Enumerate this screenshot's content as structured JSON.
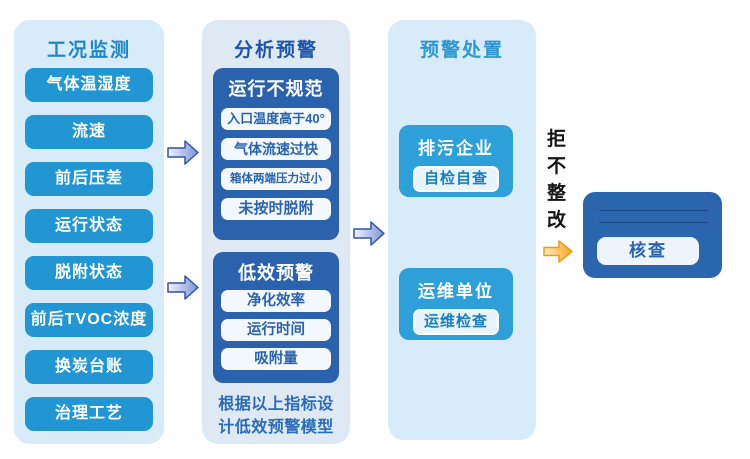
{
  "columns": {
    "monitoring": {
      "title": "工况监测",
      "items": [
        "气体温湿度",
        "流速",
        "前后压差",
        "运行状态",
        "脱附状态",
        "前后TVOC浓度",
        "换炭台账",
        "治理工艺"
      ]
    },
    "analysis": {
      "title": "分析预警",
      "groups": [
        {
          "title": "运行不规范",
          "items": [
            "入口温度高于40°",
            "气体流速过快",
            "箱体两端压力过小",
            "未按时脱附"
          ]
        },
        {
          "title": "低效预警",
          "items": [
            "净化效率",
            "运行时间",
            "吸附量"
          ]
        }
      ],
      "caption": "根据以上指标设计低效预警模型"
    },
    "disposal": {
      "title": "预警处置",
      "groups": [
        {
          "title": "排污企业",
          "action": "自检自查"
        },
        {
          "title": "运维单位",
          "action": "运维检查"
        }
      ]
    }
  },
  "escalation": {
    "label": "拒不整改",
    "action": "核查"
  },
  "icons": {
    "flow_arrow": "block-right-arrow-blue",
    "escalation_arrow": "block-right-arrow-orange"
  },
  "colors": {
    "panel_light_blue": "#d7ebf8",
    "panel_gray_blue": "#dee9f4",
    "monitor_button": "#2196d3",
    "warning_box": "#2b62ae",
    "disposal_box": "#2da0da",
    "inspect_card": "#2b65ae",
    "header_monitoring": "#1f86c8",
    "header_analysis": "#1e55a8",
    "header_disposal": "#2e97d3",
    "escalation_orange": "#f6a41f"
  }
}
